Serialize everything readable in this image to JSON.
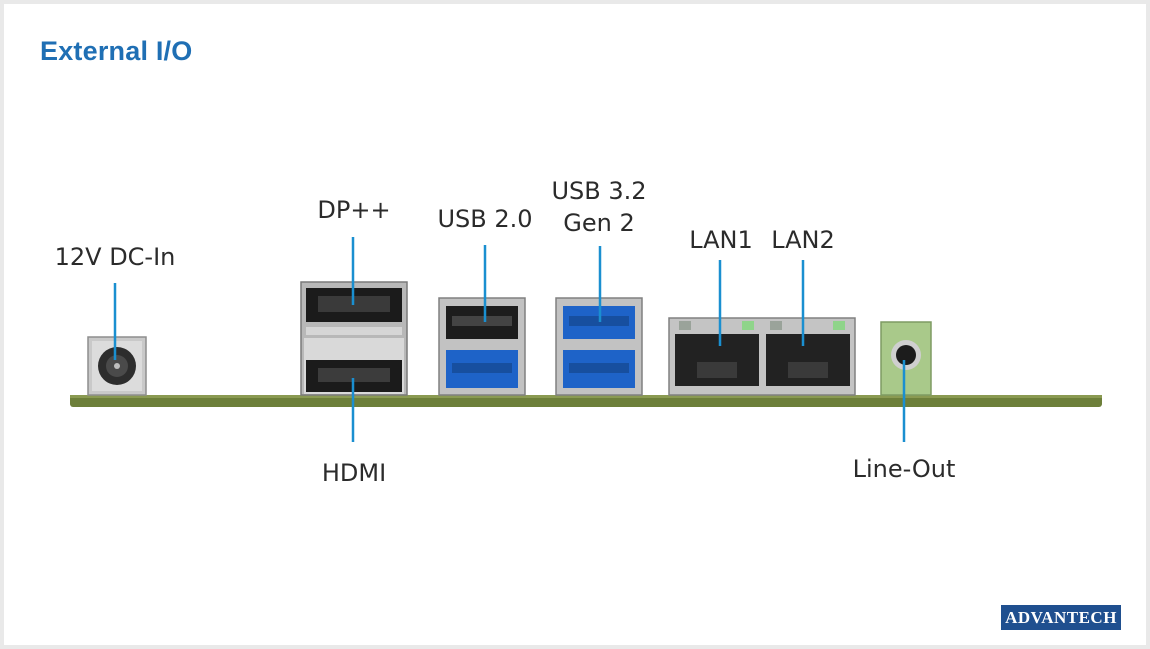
{
  "title": "External I/O",
  "labels": {
    "dc_in": "12V DC-In",
    "dp": "DP++",
    "hdmi": "HDMI",
    "usb2": "USB 2.0",
    "usb32_line1": "USB 3.2",
    "usb32_line2": "Gen 2",
    "lan1": "LAN1",
    "lan2": "LAN2",
    "line_out": "Line-Out"
  },
  "logo": "ADVANTECH",
  "colors": {
    "title": "#1f6fb4",
    "leader_line": "#1a8fd0",
    "usb3_blue": "#1e63c8",
    "pcb_green": "#6d7f3a",
    "audio_green": "#a9c98a",
    "logo_bg": "#1f4f8f"
  }
}
